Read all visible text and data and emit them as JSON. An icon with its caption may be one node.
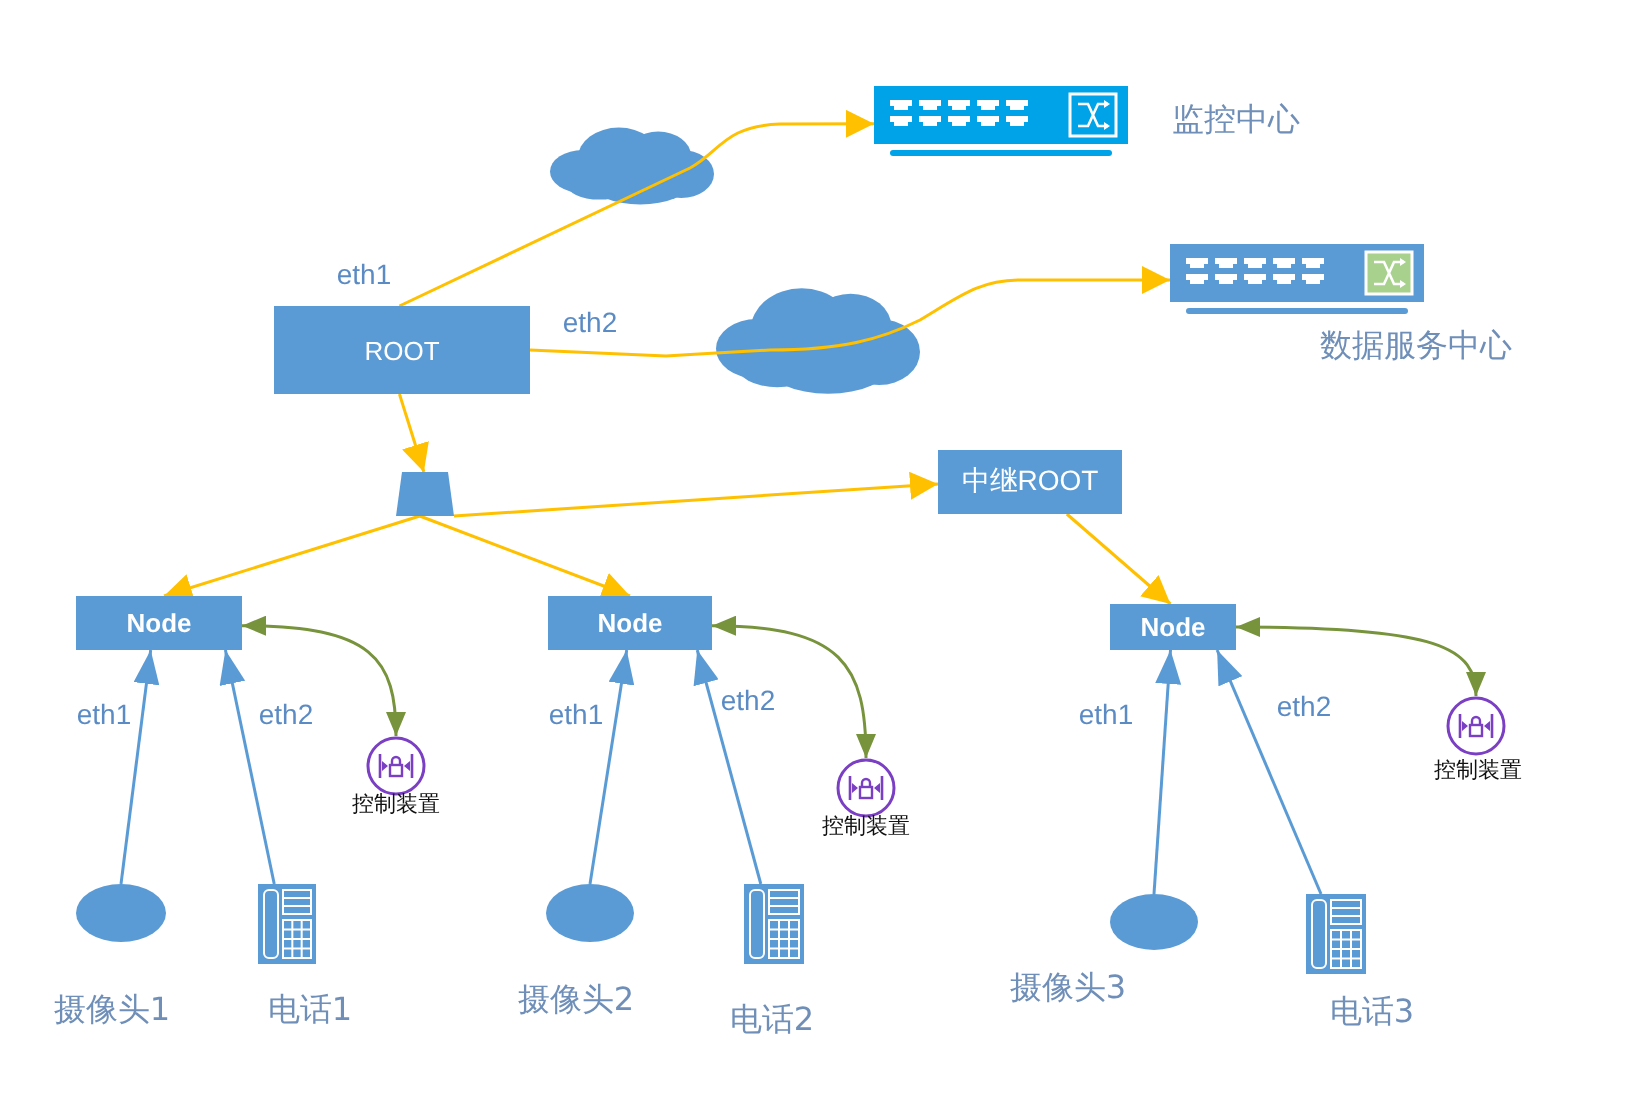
{
  "diagram": {
    "nodes": [
      {
        "text": [
          "ROOT"
        ]
      },
      {
        "text": [],
        "shape": "picture",
        "beside": [
          "监控中心"
        ]
      },
      {
        "text": [],
        "shape": "picture",
        "beside": [
          "数据服务中心"
        ]
      },
      {
        "text": [],
        "shape": "trapezoid"
      },
      {
        "text": [
          "中继ROOT"
        ]
      },
      {
        "text": [
          "Node"
        ]
      },
      {
        "text": [
          "Node"
        ]
      },
      {
        "text": [
          "Node"
        ]
      },
      {
        "text": [],
        "shape": "picture",
        "beside": [
          "控制装置"
        ]
      },
      {
        "text": [],
        "shape": "ellipse",
        "beside": [
          "摄像头1"
        ]
      },
      {
        "text": [],
        "shape": "picture",
        "beside": [
          "电话1"
        ]
      },
      {
        "text": [],
        "shape": "picture",
        "beside": [
          "控制装置"
        ]
      },
      {
        "text": [],
        "shape": "ellipse",
        "beside": [
          "摄像头2"
        ]
      },
      {
        "text": [],
        "shape": "picture",
        "beside": [
          "电话2"
        ]
      },
      {
        "text": [],
        "shape": "picture",
        "beside": [
          "控制装置"
        ]
      },
      {
        "text": [],
        "shape": "ellipse",
        "beside": [
          "摄像头3"
        ]
      },
      {
        "text": [],
        "shape": "picture",
        "beside": [
          "电话3"
        ]
      }
    ],
    "edges": [
      {
        "from": 0,
        "to": 1,
        "arrow": "to",
        "label": "eth1"
      },
      {
        "from": 0,
        "to": 2,
        "arrow": "to",
        "label": "eth2"
      },
      {
        "from": 0,
        "to": 3,
        "arrow": "to"
      },
      {
        "from": 3,
        "to": 5,
        "arrow": "to"
      },
      {
        "from": 3,
        "to": 6,
        "arrow": "to"
      },
      {
        "from": 3,
        "to": 4,
        "arrow": "to"
      },
      {
        "from": 4,
        "to": 7,
        "arrow": "to"
      },
      {
        "from": 5,
        "to": 8,
        "arrow": "both",
        "color": "#77933c"
      },
      {
        "from": 9,
        "to": 5,
        "arrow": "to",
        "label": "eth1",
        "color": "#5b9bd5"
      },
      {
        "from": 10,
        "to": 5,
        "arrow": "to",
        "label": "eth2",
        "color": "#5b9bd5"
      },
      {
        "from": 6,
        "to": 11,
        "arrow": "both",
        "color": "#77933c"
      },
      {
        "from": 12,
        "to": 6,
        "arrow": "to",
        "label": "eth1",
        "color": "#5b9bd5"
      },
      {
        "from": 13,
        "to": 6,
        "arrow": "to",
        "label": "eth2",
        "color": "#5b9bd5"
      },
      {
        "from": 7,
        "to": 14,
        "arrow": "both",
        "color": "#77933c"
      },
      {
        "from": 15,
        "to": 7,
        "arrow": "to",
        "label": "eth1",
        "color": "#5b9bd5"
      },
      {
        "from": 16,
        "to": 7,
        "arrow": "to",
        "label": "eth2",
        "color": "#5b9bd5"
      }
    ]
  }
}
